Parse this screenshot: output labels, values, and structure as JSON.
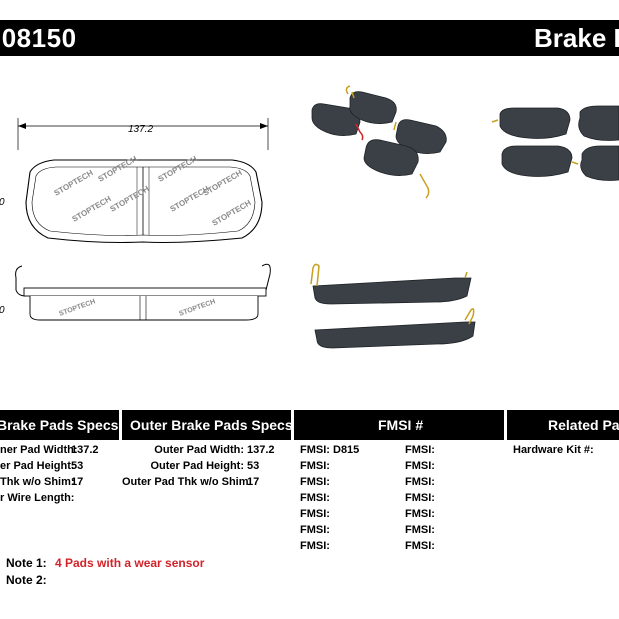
{
  "header": {
    "part_number": ".08150",
    "title": "Brake P"
  },
  "drawing": {
    "width_dim": "137.2",
    "height_dim_1": "0",
    "height_dim_2": "0",
    "stamp_text": "STOPTECH"
  },
  "columns": {
    "inner": {
      "title": "Brake Pads Specs",
      "rows": [
        {
          "label": "ner Pad Width:",
          "value": "137.2"
        },
        {
          "label": "er Pad Height:",
          "value": "53"
        },
        {
          "label": "Thk w/o Shim:",
          "value": "17"
        },
        {
          "label": "r Wire Length:",
          "value": ""
        }
      ]
    },
    "outer": {
      "title": "Outer Brake Pads Specs",
      "rows": [
        {
          "label": "Outer Pad Width:",
          "value": "137.2"
        },
        {
          "label": "Outer Pad Height:",
          "value": "53"
        },
        {
          "label": "Outer Pad Thk w/o Shim:",
          "value": "17"
        }
      ]
    },
    "fmsi": {
      "title": "FMSI #",
      "left": [
        "FMSI:  D815",
        "FMSI:",
        "FMSI:",
        "FMSI:",
        "FMSI:",
        "FMSI:",
        "FMSI:"
      ],
      "right": [
        "FMSI:",
        "FMSI:",
        "FMSI:",
        "FMSI:",
        "FMSI:",
        "FMSI:",
        "FMSI:"
      ]
    },
    "related": {
      "title": "Related Par",
      "hardware_label": "Hardware Kit #:"
    }
  },
  "notes": {
    "note1_label": "Note 1:",
    "note1_text": "4 Pads with a wear sensor",
    "note2_label": "Note 2:"
  },
  "colors": {
    "accent_red": "#d2232a",
    "pad_fill": "#3a4046"
  }
}
